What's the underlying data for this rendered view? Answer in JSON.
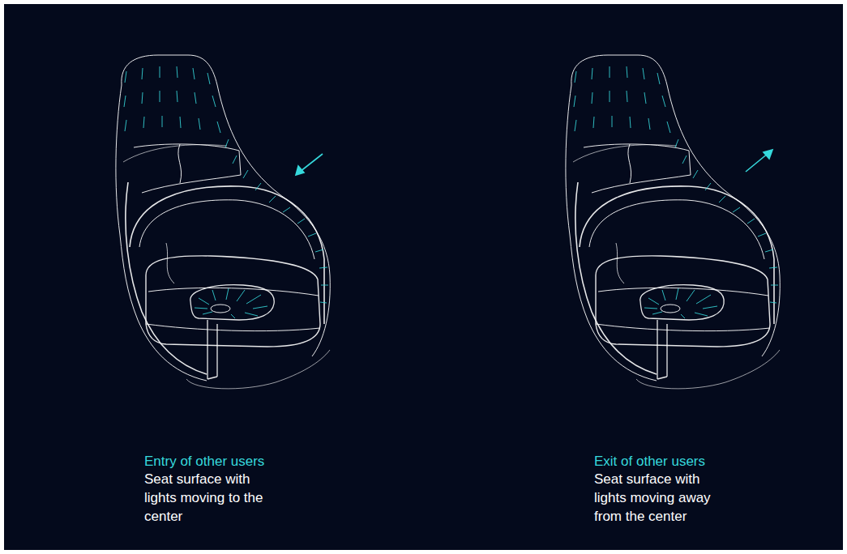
{
  "diagram": {
    "labels": [
      "Entry of other users",
      "Seat surface with lights moving to the center",
      "Exit of other users",
      "Seat surface with lights moving away from the center"
    ]
  }
}
